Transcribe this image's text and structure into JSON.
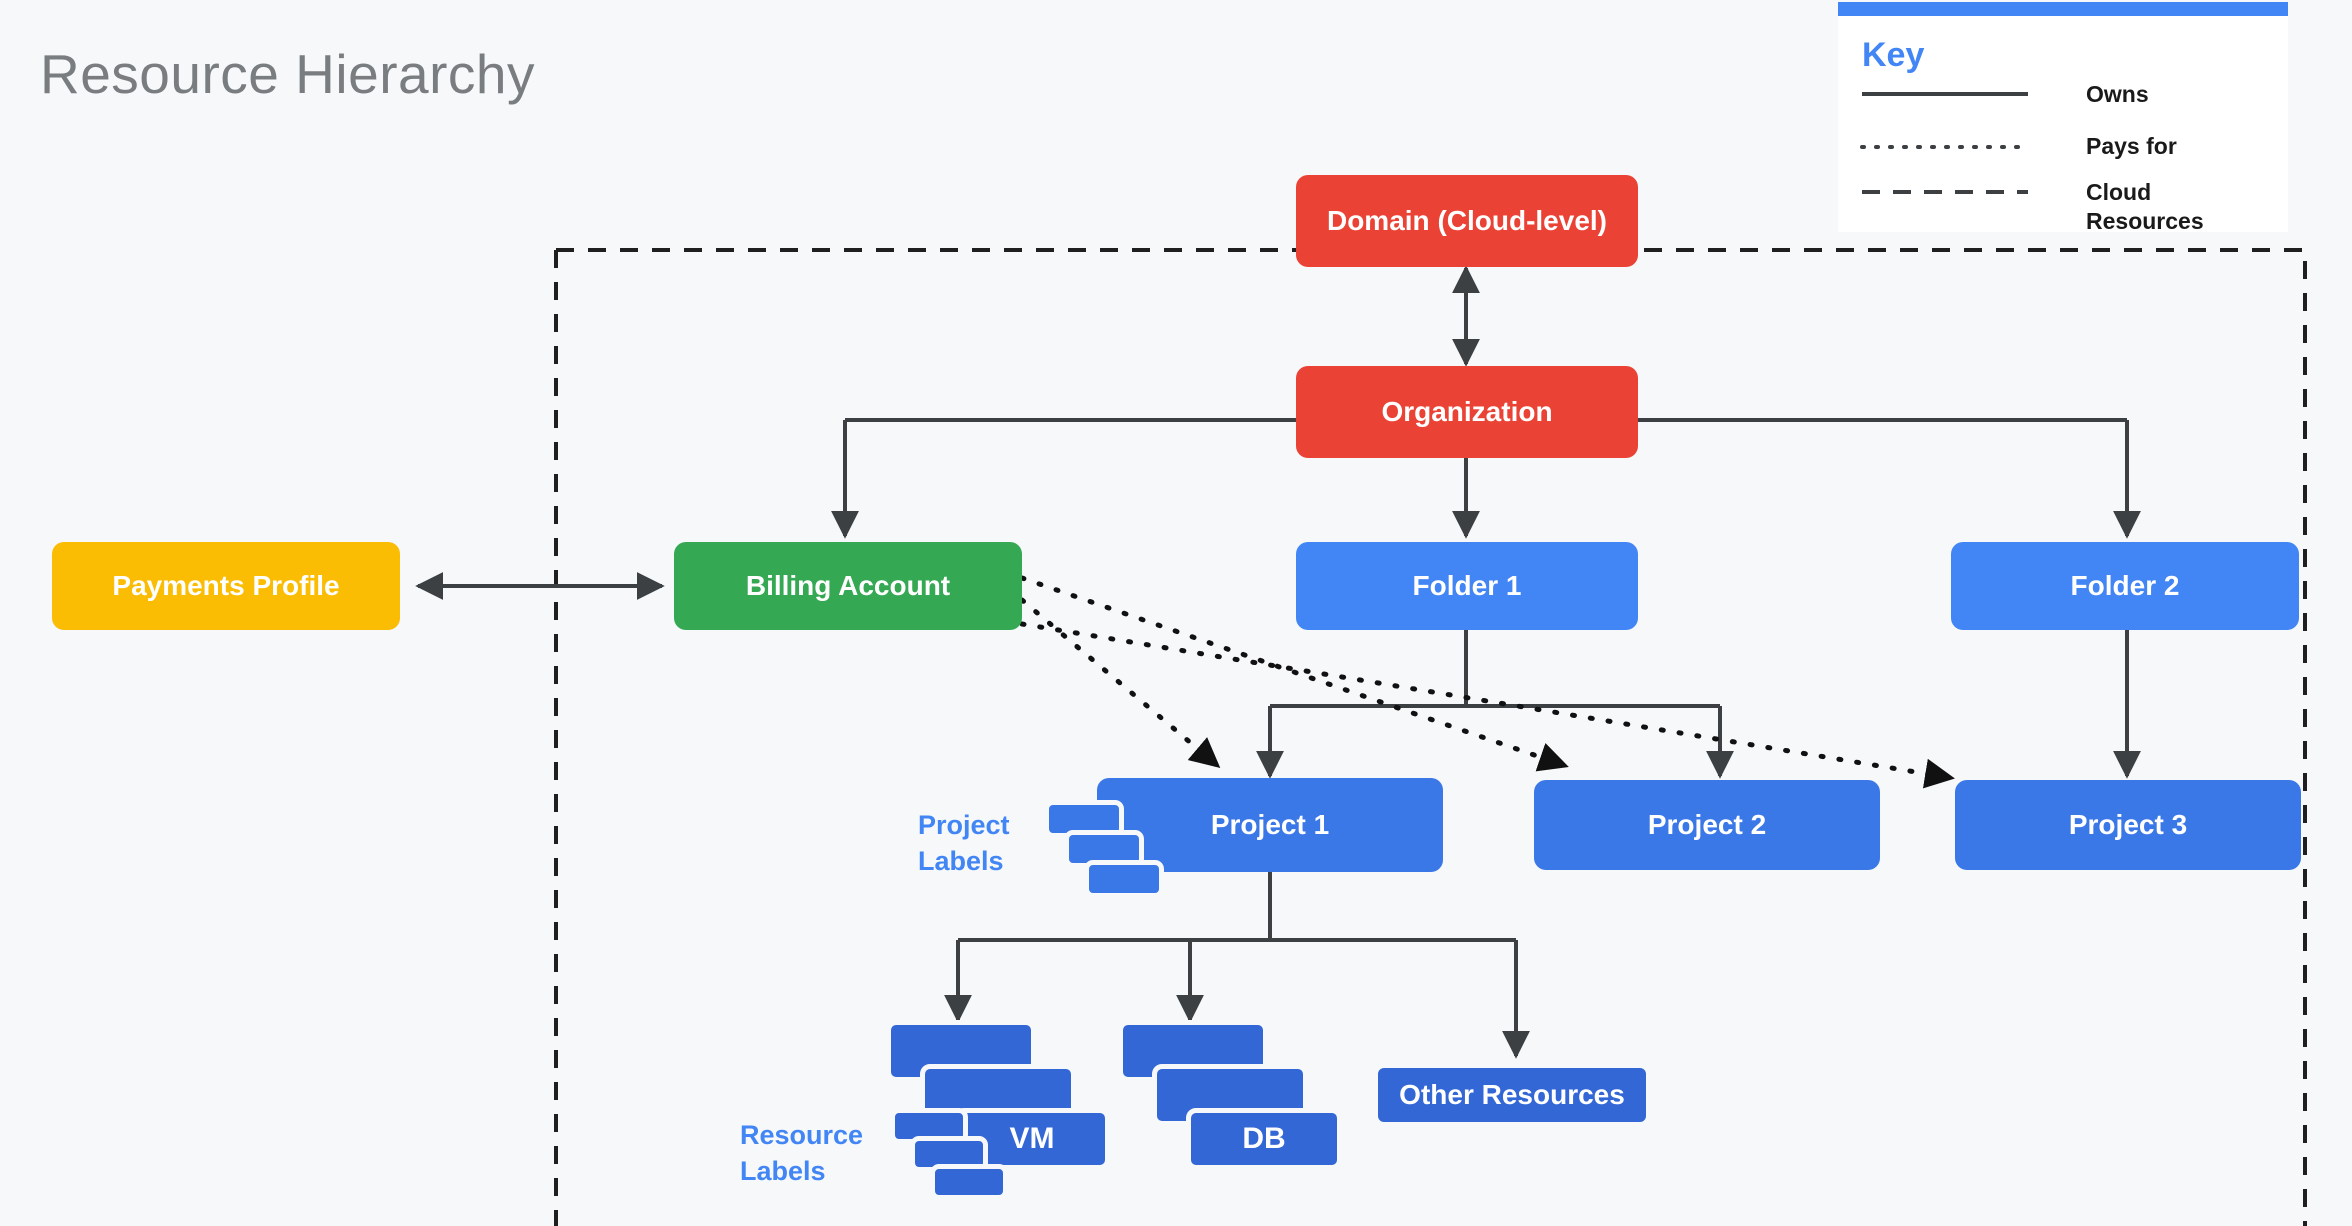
{
  "page": {
    "title": "Resource Hierarchy",
    "background_color": "#f6f8fa",
    "title_color": "#7a7d80"
  },
  "palette": {
    "red": "#ea4335",
    "green": "#34a853",
    "amber": "#fbbc04",
    "blue": "#4285f4",
    "blue_project": "#3b78e7",
    "blue_resource": "#3367d6",
    "line": "#3c4043"
  },
  "key": {
    "title": "Key",
    "accent_color": "#4285f4",
    "entries": [
      {
        "style": "solid",
        "label": "Owns"
      },
      {
        "style": "dotted",
        "label": "Pays for"
      },
      {
        "style": "dashed",
        "label": "Cloud Resources"
      }
    ]
  },
  "boundary": {
    "style": "dashed",
    "name": "cloud-resources-boundary"
  },
  "nodes": {
    "domain": {
      "label": "Domain (Cloud-level)",
      "color": "red"
    },
    "organization": {
      "label": "Organization",
      "color": "red"
    },
    "payments_profile": {
      "label": "Payments Profile",
      "color": "amber"
    },
    "billing_account": {
      "label": "Billing Account",
      "color": "green"
    },
    "folder1": {
      "label": "Folder 1",
      "color": "blue"
    },
    "folder2": {
      "label": "Folder 2",
      "color": "blue"
    },
    "project1": {
      "label": "Project 1",
      "color": "blue2"
    },
    "project2": {
      "label": "Project 2",
      "color": "blue2"
    },
    "project3": {
      "label": "Project 3",
      "color": "blue2"
    },
    "vm": {
      "label": "VM",
      "color": "dblue"
    },
    "db": {
      "label": "DB",
      "color": "dblue"
    },
    "other_resources": {
      "label": "Other Resources",
      "color": "dblue"
    }
  },
  "annotations": {
    "project_labels": "Project\nLabels",
    "project_labels_line1": "Project",
    "project_labels_line2": "Labels",
    "resource_labels_line1": "Resource",
    "resource_labels_line2": "Labels"
  },
  "chart_data": {
    "type": "diagram",
    "title": "Resource Hierarchy",
    "subtype": "tree-hierarchy",
    "nodes": [
      {
        "id": "domain",
        "label": "Domain (Cloud-level)",
        "level": 0,
        "color": "#ea4335"
      },
      {
        "id": "organization",
        "label": "Organization",
        "level": 1,
        "color": "#ea4335"
      },
      {
        "id": "payments_profile",
        "label": "Payments Profile",
        "level": 2,
        "color": "#fbbc04"
      },
      {
        "id": "billing_account",
        "label": "Billing Account",
        "level": 2,
        "color": "#34a853"
      },
      {
        "id": "folder1",
        "label": "Folder 1",
        "level": 2,
        "color": "#4285f4"
      },
      {
        "id": "folder2",
        "label": "Folder 2",
        "level": 2,
        "color": "#4285f4"
      },
      {
        "id": "project1",
        "label": "Project 1",
        "level": 3,
        "color": "#3b78e7"
      },
      {
        "id": "project2",
        "label": "Project 2",
        "level": 3,
        "color": "#3b78e7"
      },
      {
        "id": "project3",
        "label": "Project 3",
        "level": 3,
        "color": "#3b78e7"
      },
      {
        "id": "vm",
        "label": "VM",
        "level": 4,
        "color": "#3367d6"
      },
      {
        "id": "db",
        "label": "DB",
        "level": 4,
        "color": "#3367d6"
      },
      {
        "id": "other_resources",
        "label": "Other Resources",
        "level": 4,
        "color": "#3367d6"
      }
    ],
    "edges": [
      {
        "from": "domain",
        "to": "organization",
        "type": "owns",
        "arrow": "both"
      },
      {
        "from": "organization",
        "to": "billing_account",
        "type": "owns",
        "arrow": "to"
      },
      {
        "from": "organization",
        "to": "folder1",
        "type": "owns",
        "arrow": "to"
      },
      {
        "from": "organization",
        "to": "folder2",
        "type": "owns",
        "arrow": "to"
      },
      {
        "from": "payments_profile",
        "to": "billing_account",
        "type": "owns",
        "arrow": "both"
      },
      {
        "from": "folder1",
        "to": "project1",
        "type": "owns",
        "arrow": "to"
      },
      {
        "from": "folder1",
        "to": "project2",
        "type": "owns",
        "arrow": "to"
      },
      {
        "from": "folder2",
        "to": "project3",
        "type": "owns",
        "arrow": "to"
      },
      {
        "from": "billing_account",
        "to": "project1",
        "type": "pays-for",
        "arrow": "to"
      },
      {
        "from": "billing_account",
        "to": "project2",
        "type": "pays-for",
        "arrow": "to"
      },
      {
        "from": "billing_account",
        "to": "project3",
        "type": "pays-for",
        "arrow": "to"
      },
      {
        "from": "project1",
        "to": "vm",
        "type": "owns",
        "arrow": "to"
      },
      {
        "from": "project1",
        "to": "db",
        "type": "owns",
        "arrow": "to"
      },
      {
        "from": "project1",
        "to": "other_resources",
        "type": "owns",
        "arrow": "to"
      }
    ],
    "legend": [
      "Owns",
      "Pays for",
      "Cloud Resources"
    ],
    "legend_position": "top-right"
  }
}
